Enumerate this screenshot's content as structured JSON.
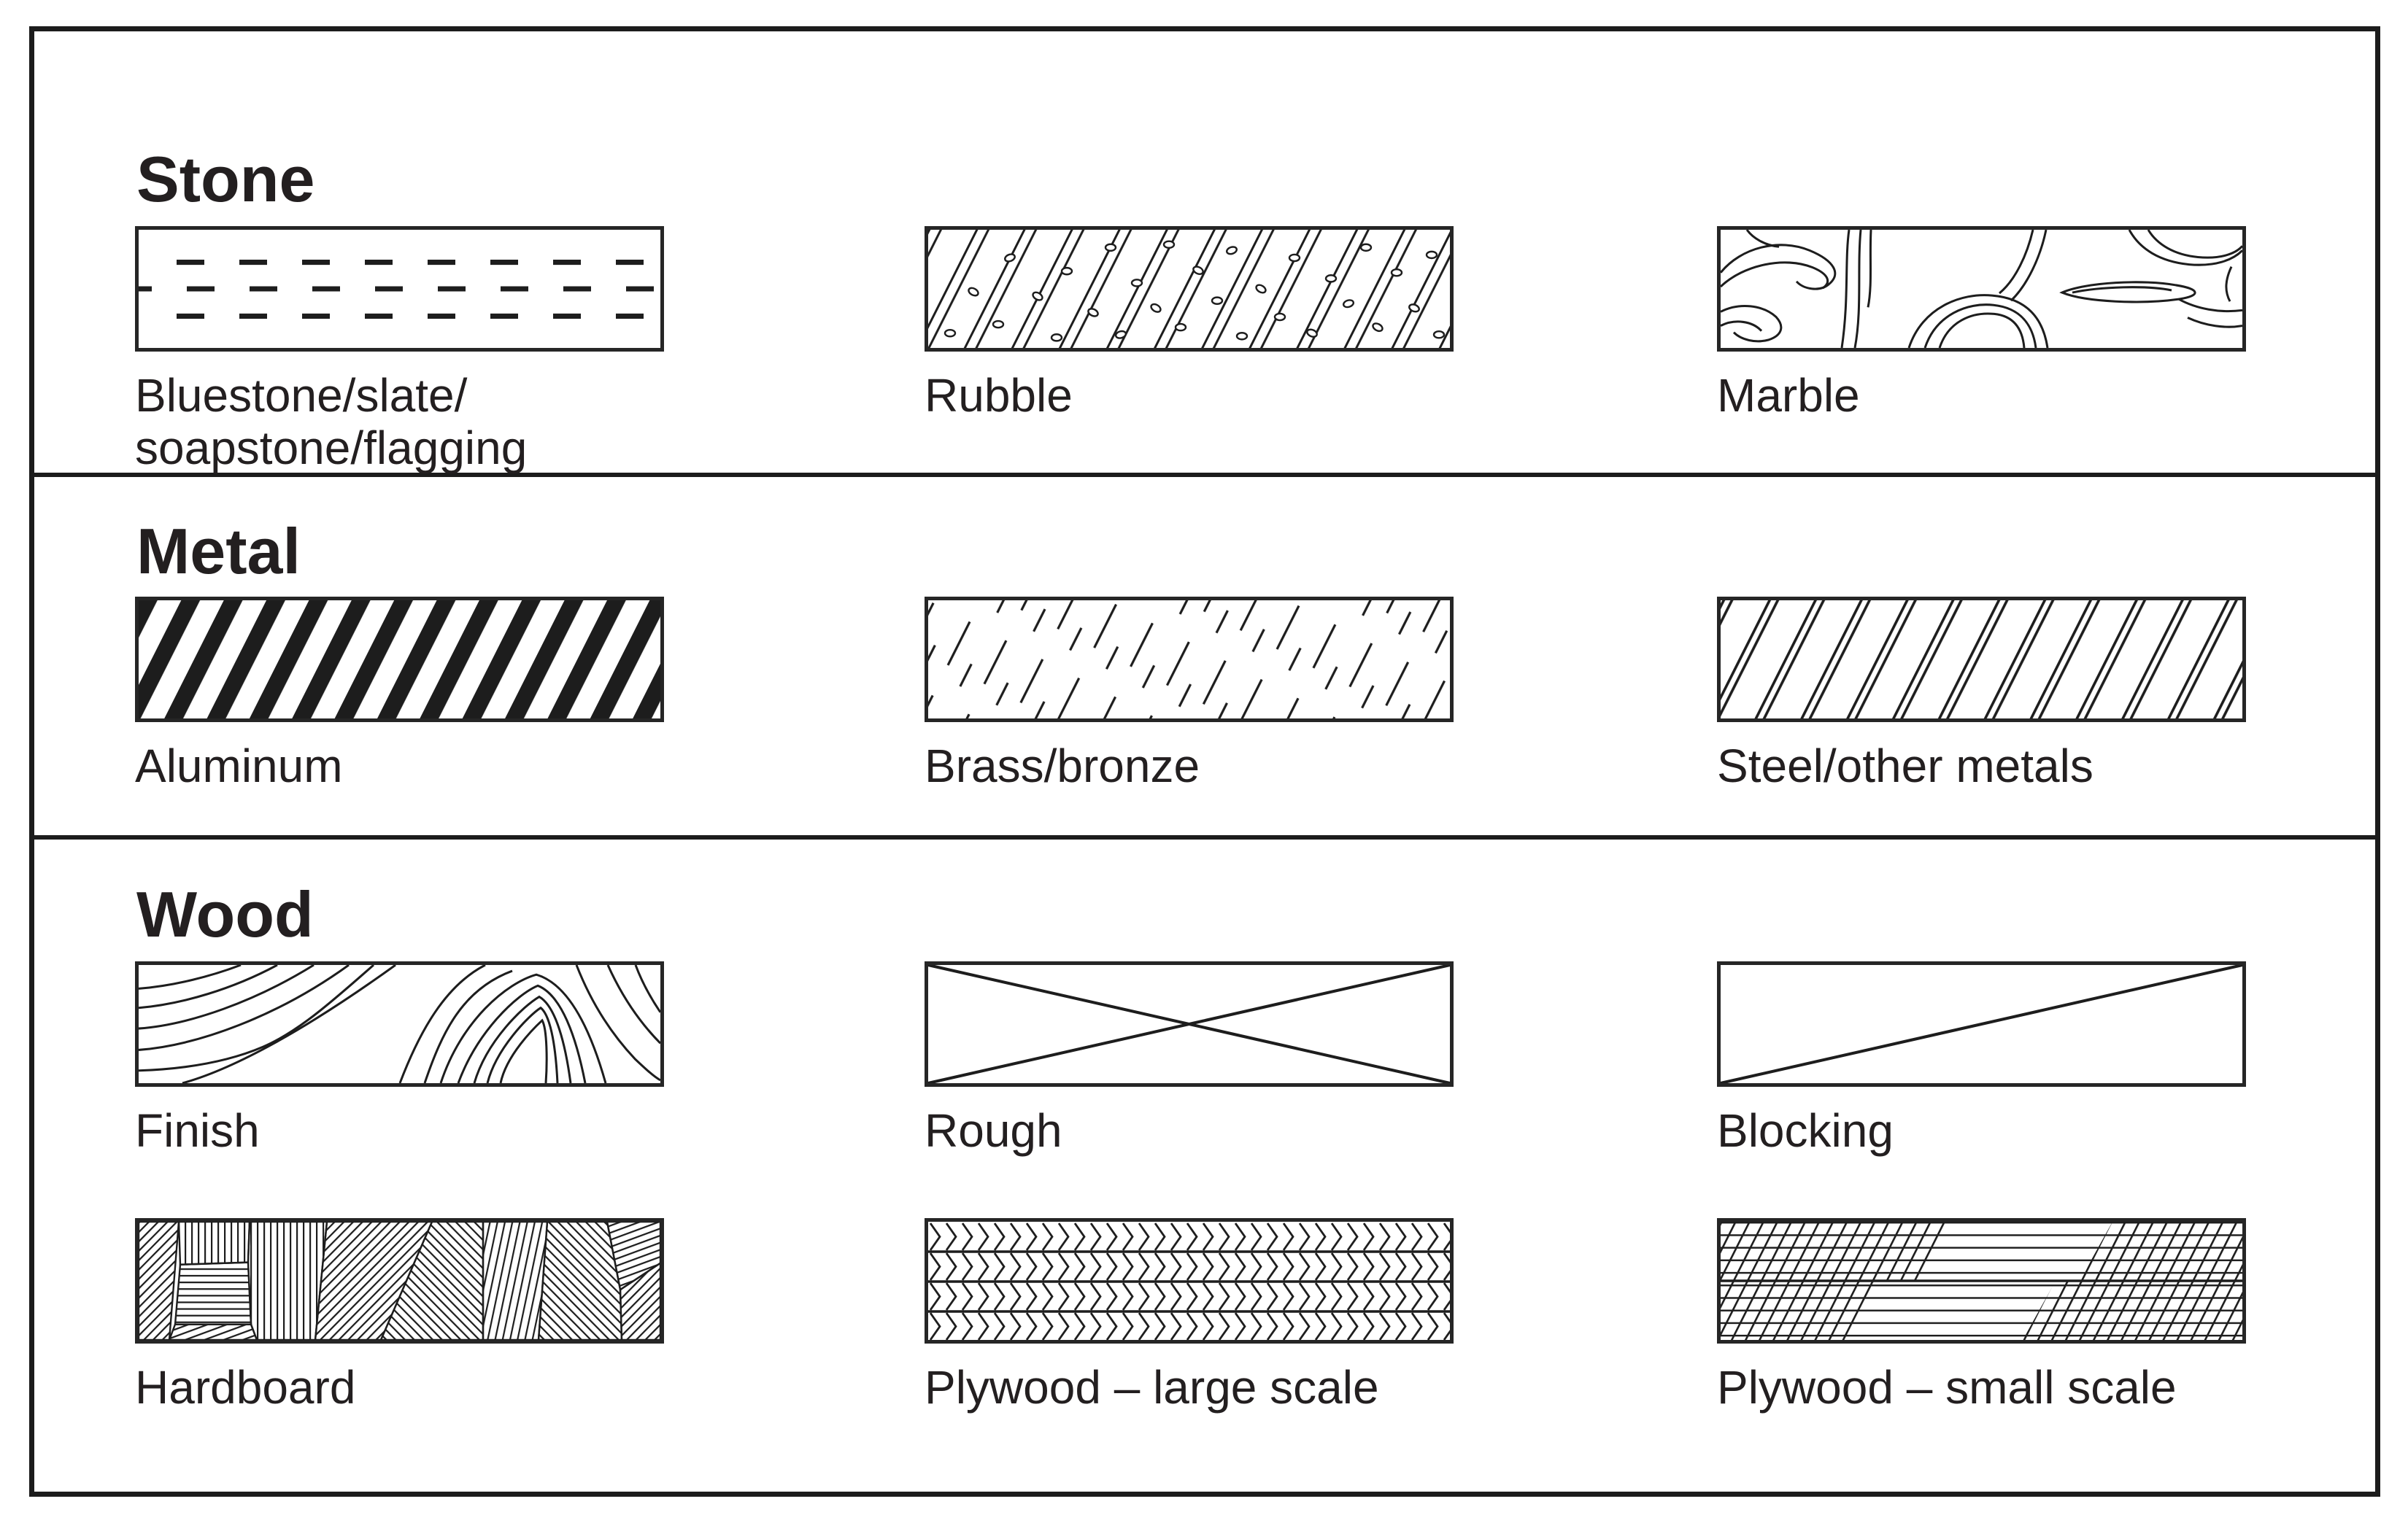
{
  "figure": {
    "title_visible": "",
    "ink_color": "#231f20",
    "background_color": "#ffffff",
    "sections": [
      {
        "heading": "Stone",
        "items": [
          {
            "label": "Bluestone/slate/",
            "label2": "soapstone/flagging",
            "pattern": "horizontal-dashed-lines"
          },
          {
            "label": "Rubble",
            "label2": "",
            "pattern": "diagonal-lines-with-pebbles"
          },
          {
            "label": "Marble",
            "label2": "",
            "pattern": "organic-veining"
          }
        ]
      },
      {
        "heading": "Metal",
        "items": [
          {
            "label": "Aluminum",
            "label2": "",
            "pattern": "thick-diagonal-stripes"
          },
          {
            "label": "Brass/bronze",
            "label2": "",
            "pattern": "dashed-diagonal-lines"
          },
          {
            "label": "Steel/other metals",
            "label2": "",
            "pattern": "double-diagonal-lines"
          }
        ]
      },
      {
        "heading": "Wood",
        "items": [
          {
            "label": "Finish",
            "label2": "",
            "pattern": "wood-grain-contours"
          },
          {
            "label": "Rough",
            "label2": "",
            "pattern": "crossed-diagonals"
          },
          {
            "label": "Blocking",
            "label2": "",
            "pattern": "single-diagonal"
          },
          {
            "label": "Hardboard",
            "label2": "",
            "pattern": "patchwork-hatching"
          },
          {
            "label": "Plywood – large scale",
            "label2": "",
            "pattern": "herringbone-plies"
          },
          {
            "label": "Plywood – small scale",
            "label2": "",
            "pattern": "laminate-horizontal-and-diagonal-hatch"
          }
        ]
      }
    ]
  }
}
